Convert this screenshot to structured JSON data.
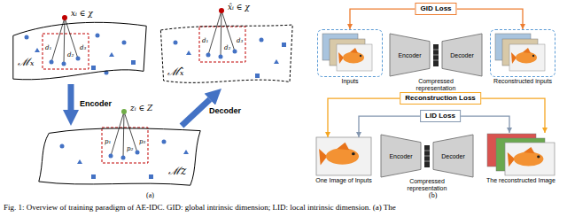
{
  "diagram": {
    "caption": "Fig. 1: Overview of training paradigm of AE-IDC. GID: global intrinsic dimension; LID: local intrinsic dimension. (a) The",
    "nodes": [
      {
        "text": [
          "ℳₓ"
        ]
      },
      {
        "text": [
          "ℳz"
        ]
      },
      {
        "text": [
          "ℳ̂ₓ"
        ]
      },
      {
        "text": [
          "GID Loss"
        ]
      },
      {
        "text": [
          "Inputs"
        ]
      },
      {
        "text": [
          "Encoder"
        ]
      },
      {
        "text": [
          "Decoder"
        ]
      },
      {
        "text": [
          "Reconstructed inputs"
        ]
      },
      {
        "text": [
          "Reconstruction Loss"
        ]
      },
      {
        "text": [
          "LID Loss"
        ]
      },
      {
        "text": [
          "One Image of Inputs"
        ]
      },
      {
        "text": [
          "Encoder"
        ]
      },
      {
        "text": [
          "Decoder"
        ]
      },
      {
        "text": [
          "The reconstructed Image"
        ]
      }
    ],
    "edges": [
      {
        "from": 0,
        "to": 1,
        "label": "Encoder",
        "arrow": "to"
      },
      {
        "from": 1,
        "to": 2,
        "label": "Decoder",
        "arrow": "to"
      },
      {
        "from": 3,
        "to": 4,
        "arrow": "to"
      },
      {
        "from": 3,
        "to": 7,
        "arrow": "to"
      },
      {
        "from": 8,
        "to": 10,
        "arrow": "to"
      },
      {
        "from": 8,
        "to": 13,
        "arrow": "to"
      },
      {
        "from": 9,
        "to": 10,
        "arrow": "to"
      },
      {
        "from": 9,
        "to": 13,
        "arrow": "to"
      }
    ],
    "labels": [
      "xᵢ ∈ χ",
      "d₁",
      "d₂",
      "d₃",
      "zᵢ ∈ Z",
      "p₁",
      "p₂",
      "p₃",
      "x̂ᵢ ∈ χ",
      "d₁",
      "d₂",
      "d₃",
      "(a)",
      "Compressed representation",
      "Compressed representation",
      "(b)"
    ]
  }
}
